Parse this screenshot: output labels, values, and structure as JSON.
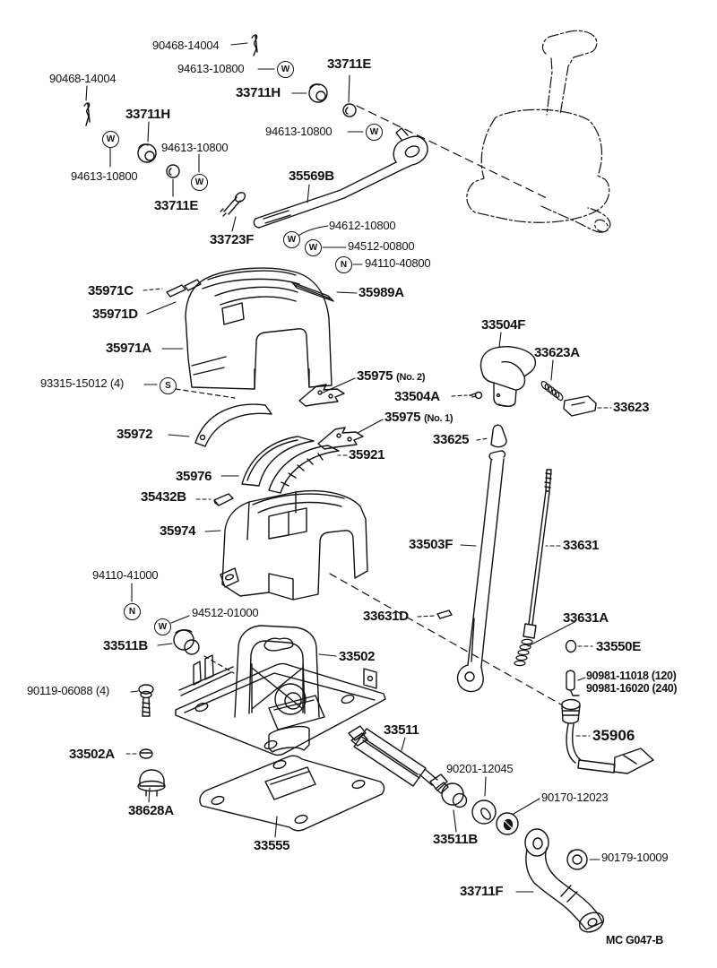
{
  "drawing_code": "MC  G047-B",
  "labels": [
    {
      "text": "90468-14004"
    },
    {
      "text": "94613-10800"
    },
    {
      "text": "33711E"
    },
    {
      "text": "33711H"
    },
    {
      "text": "90468-14004"
    },
    {
      "text": "33711H"
    },
    {
      "text": "94613-10800"
    },
    {
      "text": "94613-10800"
    },
    {
      "text": "94613-10800"
    },
    {
      "text": "33711E"
    },
    {
      "text": "35569B"
    },
    {
      "text": "33723F"
    },
    {
      "text": "94612-10800"
    },
    {
      "text": "94512-00800"
    },
    {
      "text": "94110-40800"
    },
    {
      "text": "35971C"
    },
    {
      "text": "35971D"
    },
    {
      "text": "35989A"
    },
    {
      "text": "35971A"
    },
    {
      "text": "33504F"
    },
    {
      "text": "33623A"
    },
    {
      "text": "93315-15012 (4)"
    },
    {
      "text": "35975",
      "suffix": "(No. 2)"
    },
    {
      "text": "33504A"
    },
    {
      "text": "33623"
    },
    {
      "text": "35975",
      "suffix": "(No. 1)"
    },
    {
      "text": "33625"
    },
    {
      "text": "35972"
    },
    {
      "text": "35921"
    },
    {
      "text": "35976"
    },
    {
      "text": "35432B"
    },
    {
      "text": "35974"
    },
    {
      "text": "33503F"
    },
    {
      "text": "33631"
    },
    {
      "text": "94110-41000"
    },
    {
      "text": "94512-01000"
    },
    {
      "text": "33631D"
    },
    {
      "text": "33631A"
    },
    {
      "text": "33550E"
    },
    {
      "text": "33511B"
    },
    {
      "text": "33502"
    },
    {
      "text": "90119-06088 (4)"
    },
    {
      "text": "90981-11018 (120)"
    },
    {
      "text": "90981-16020 (240)"
    },
    {
      "text": "35906"
    },
    {
      "text": "33502A"
    },
    {
      "text": "38628A"
    },
    {
      "text": "33511"
    },
    {
      "text": "90201-12045"
    },
    {
      "text": "90170-12023"
    },
    {
      "text": "33511B"
    },
    {
      "text": "33555"
    },
    {
      "text": "33711F"
    },
    {
      "text": "90179-10009"
    }
  ],
  "markers": [
    {
      "letter": "W"
    },
    {
      "letter": "W"
    },
    {
      "letter": "W"
    },
    {
      "letter": "W"
    },
    {
      "letter": "W"
    },
    {
      "letter": "W"
    },
    {
      "letter": "N"
    },
    {
      "letter": "S"
    },
    {
      "letter": "N"
    },
    {
      "letter": "W"
    }
  ]
}
